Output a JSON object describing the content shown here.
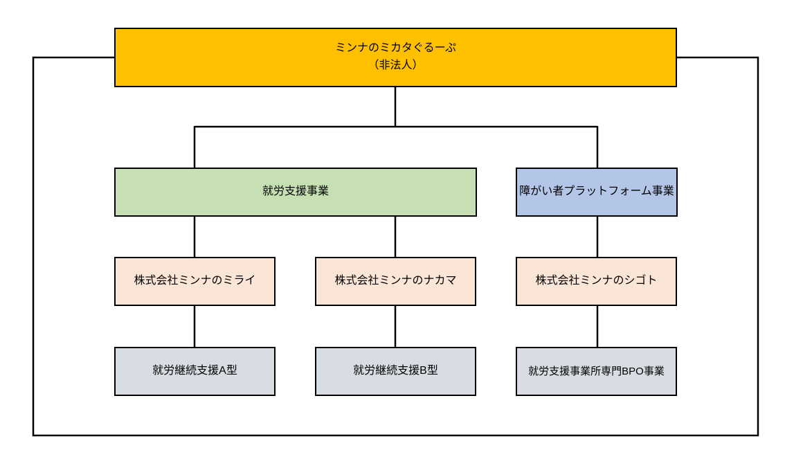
{
  "diagram": {
    "type": "org-chart",
    "background": "#ffffff",
    "line_color": "#000000",
    "nodes": {
      "group": {
        "label_line1": "ミンナのミカタぐるーぷ",
        "label_line2": "（非法人）",
        "bg": "#FFC000"
      },
      "employment_support": {
        "label": "就労支援事業",
        "bg": "#C6E0B4"
      },
      "disability_platform": {
        "label": "障がい者プラットフォーム事業",
        "bg": "#B4C6E7"
      },
      "minna_no_mirai": {
        "label": "株式会社ミンナのミライ",
        "bg": "#FBE5D6"
      },
      "minna_no_nakama": {
        "label": "株式会社ミンナのナカマ",
        "bg": "#FBE5D6"
      },
      "minna_no_shigoto": {
        "label": "株式会社ミンナのシゴト",
        "bg": "#FBE5D6"
      },
      "support_type_a": {
        "label": "就労継続支援A型",
        "bg": "#D8DDE3"
      },
      "support_type_b": {
        "label": "就労継続支援B型",
        "bg": "#D8DDE3"
      },
      "bpo_business": {
        "label": "就労支援事業所専門BPO事業",
        "bg": "#D8DDE3"
      }
    },
    "edges": [
      {
        "from": "group",
        "to": "employment_support"
      },
      {
        "from": "group",
        "to": "disability_platform"
      },
      {
        "from": "employment_support",
        "to": "minna_no_mirai"
      },
      {
        "from": "employment_support",
        "to": "minna_no_nakama"
      },
      {
        "from": "disability_platform",
        "to": "minna_no_shigoto"
      },
      {
        "from": "minna_no_mirai",
        "to": "support_type_a"
      },
      {
        "from": "minna_no_nakama",
        "to": "support_type_b"
      },
      {
        "from": "minna_no_shigoto",
        "to": "bpo_business"
      }
    ],
    "outer_frame": "loop connecting both sides of group box around entire chart"
  }
}
